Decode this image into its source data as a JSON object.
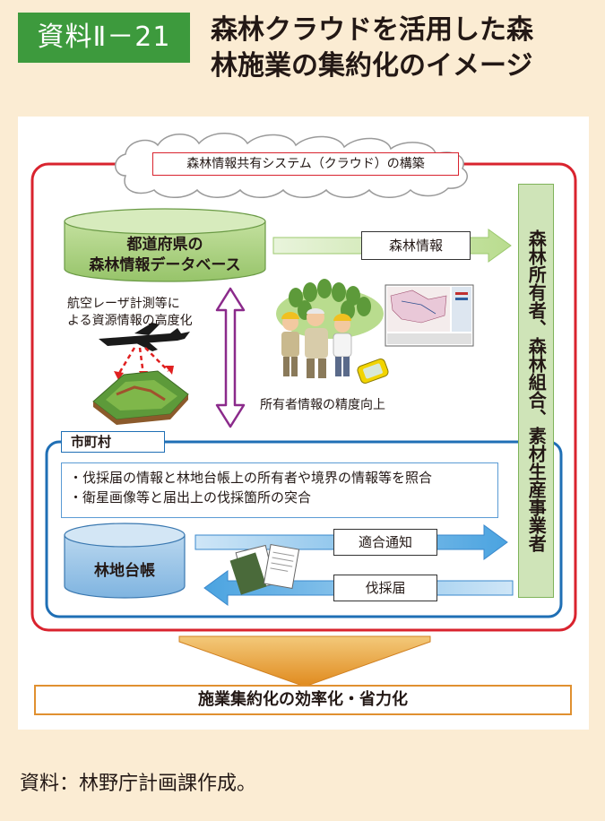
{
  "header": {
    "badge": "資料Ⅱ－21",
    "title_line1": "森林クラウドを活用した森",
    "title_line2": "林施業の集約化のイメージ"
  },
  "diagram": {
    "cloud_label": "森林情報共有システム（クラウド）の構築",
    "pref_db_line1": "都道府県の",
    "pref_db_line2": "森林情報データベース",
    "forest_info_label": "森林情報",
    "owners_label": "森林所有者、森林組合、素材生産事業者",
    "laser_line1": "航空レーザ計測等に",
    "laser_line2": "よる資源情報の高度化",
    "owner_accuracy": "所有者情報の精度向上",
    "municipality_label": "市町村",
    "note1": "・伐採届の情報と林地台帳上の所有者や境界の情報等を照合",
    "note2": "・衛星画像等と届出上の伐採箇所の突合",
    "ledger_label": "林地台帳",
    "conformity_notice": "適合通知",
    "felling_notice": "伐採届",
    "result_label": "施業集約化の効率化・省力化"
  },
  "footer": {
    "source": "資料：林野庁計画課作成。"
  },
  "colors": {
    "badge_green": "#3d9a3d",
    "frame_red": "#d9232e",
    "frame_blue": "#1f6fb5",
    "db_green": "#a9cf7e",
    "arrow_purple": "#8b2a8b",
    "arrow_blue": "#4aa3e0",
    "result_orange": "#e09030"
  }
}
